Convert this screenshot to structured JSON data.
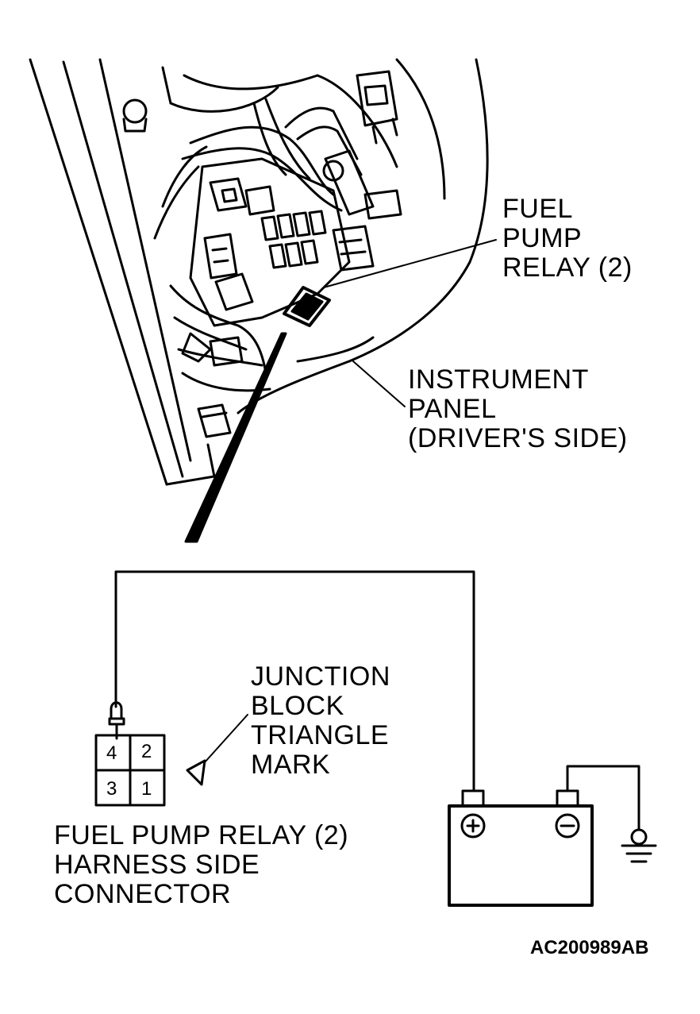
{
  "labels": {
    "fuel_pump_relay": [
      "FUEL",
      "PUMP",
      "RELAY (2)"
    ],
    "instrument_panel": [
      "INSTRUMENT",
      "PANEL",
      "(DRIVER'S SIDE)"
    ],
    "junction_block": [
      "JUNCTION",
      "BLOCK",
      "TRIANGLE",
      "MARK"
    ],
    "connector": [
      "FUEL PUMP RELAY (2)",
      "HARNESS SIDE",
      "CONNECTOR"
    ]
  },
  "connector_pins": {
    "top_left": "4",
    "top_right": "2",
    "bottom_left": "3",
    "bottom_right": "1"
  },
  "battery": {
    "positive_symbol": "+",
    "negative_symbol": "−"
  },
  "figure_code": "AC200989AB",
  "colors": {
    "ink": "#000000",
    "background": "#ffffff"
  }
}
